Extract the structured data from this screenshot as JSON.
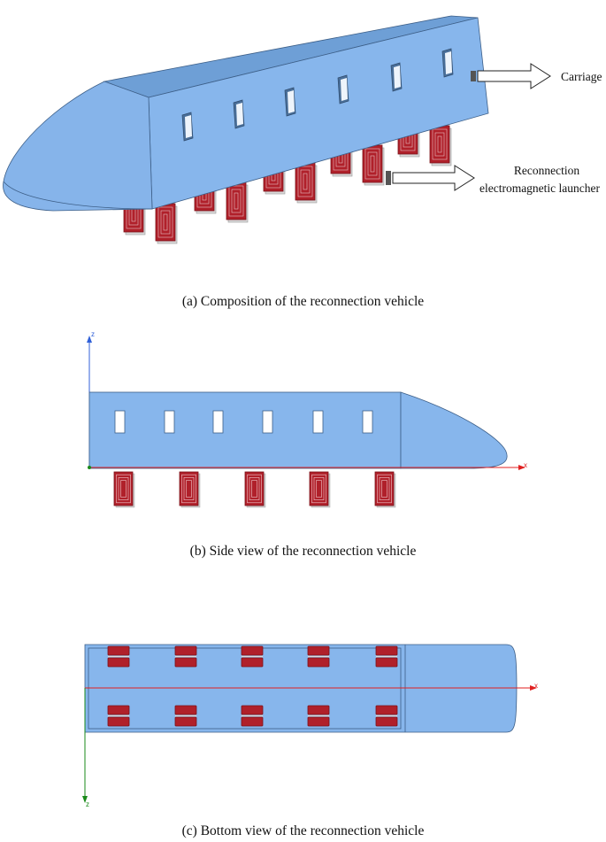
{
  "panel_a": {
    "caption": "(a) Composition of the reconnection vehicle",
    "label_carriage": "Carriage",
    "label_launcher_line1": "Reconnection",
    "label_launcher_line2": "electromagnetic launcher"
  },
  "panel_b": {
    "caption": "(b) Side view of the reconnection vehicle",
    "axis_z": "z",
    "axis_x": "x"
  },
  "panel_c": {
    "caption": "(c) Bottom view of the reconnection vehicle",
    "axis_x": "x",
    "axis_z": "z"
  },
  "colors": {
    "body_fill": "#87b6ec",
    "body_top": "#6e9fd6",
    "body_side": "#5f8fc9",
    "coil_red": "#b0202a",
    "coil_dark": "#7a1219",
    "axis_x": "#e02020",
    "axis_z": "#3060d8",
    "axis_z_bottom": "#1a8a1a"
  }
}
